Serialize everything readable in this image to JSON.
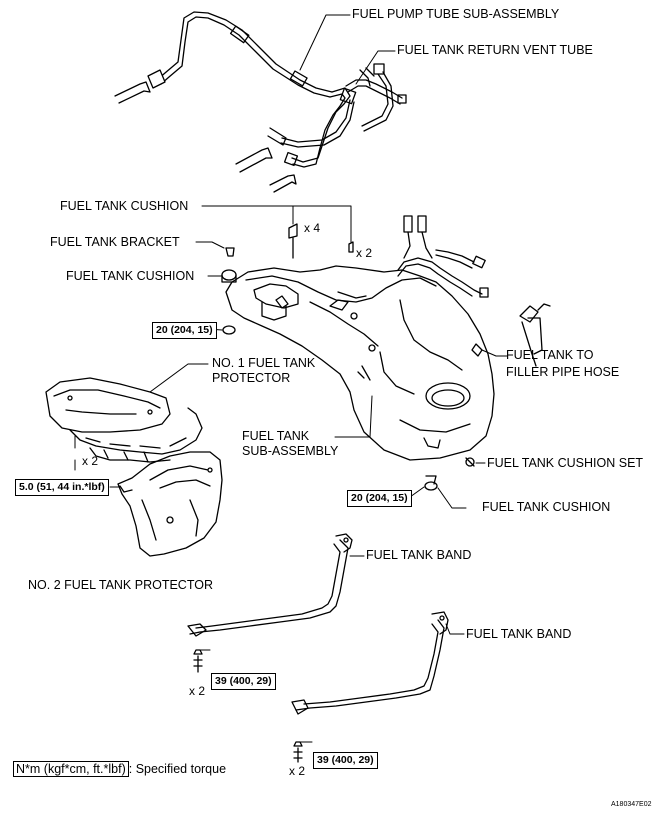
{
  "labels": {
    "fuel_pump_tube": "FUEL PUMP TUBE SUB-ASSEMBLY",
    "return_vent_tube": "FUEL TANK RETURN VENT TUBE",
    "cushion_top": "FUEL TANK CUSHION",
    "bracket": "FUEL TANK BRACKET",
    "cushion_left": "FUEL TANK CUSHION",
    "no1_protector_line1": "NO. 1 FUEL TANK",
    "no1_protector_line2": "PROTECTOR",
    "filler_hose_line1": "FUEL TANK TO",
    "filler_hose_line2": "FILLER PIPE HOSE",
    "tank_sub_line1": "FUEL TANK",
    "tank_sub_line2": "SUB-ASSEMBLY",
    "cushion_set": "FUEL TANK CUSHION SET",
    "cushion_right": "FUEL TANK CUSHION",
    "no2_protector": "NO. 2 FUEL TANK PROTECTOR",
    "band_1": "FUEL TANK BAND",
    "band_2": "FUEL TANK BAND"
  },
  "quantities": {
    "x4": "x 4",
    "x2_cushion": "x 2",
    "x2_protector": "x 2",
    "x2_band1": "x 2",
    "x2_band2": "x 2"
  },
  "torques": {
    "cushion_left": "20 (204, 15)",
    "protector": "5.0 (51, 44 in.*lbf)",
    "cushion_right": "20 (204, 15)",
    "band_1": "39 (400, 29)",
    "band_2": "39 (400, 29)"
  },
  "legend": {
    "unit_box": "N*m (kgf*cm, ft.*lbf)",
    "text": ": Specified torque"
  },
  "figure_code": "A180347E02"
}
